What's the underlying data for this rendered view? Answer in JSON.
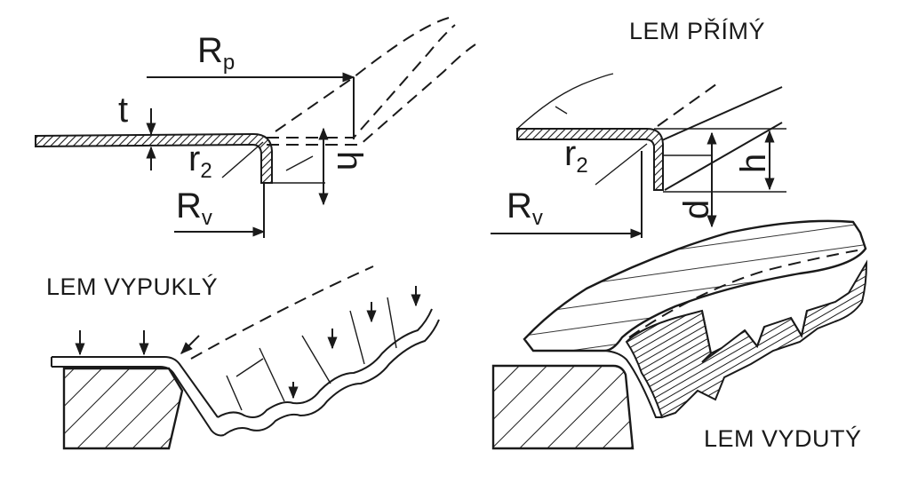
{
  "labels": {
    "lem_primy": "LEM PŘÍMÝ",
    "lem_vypukly": "LEM VYPUKLÝ",
    "lem_vyduty": "LEM VYDUTÝ",
    "rp_main": "R",
    "rp_sub": "p",
    "t": "t",
    "h_left": "h",
    "r2_left_main": "r",
    "r2_left_sub": "2",
    "rv_left_main": "R",
    "rv_left_sub": "v",
    "r2_right_main": "r",
    "r2_right_sub": "2",
    "rv_right_main": "R",
    "rv_right_sub": "v",
    "h_right": "h",
    "d": "d"
  }
}
